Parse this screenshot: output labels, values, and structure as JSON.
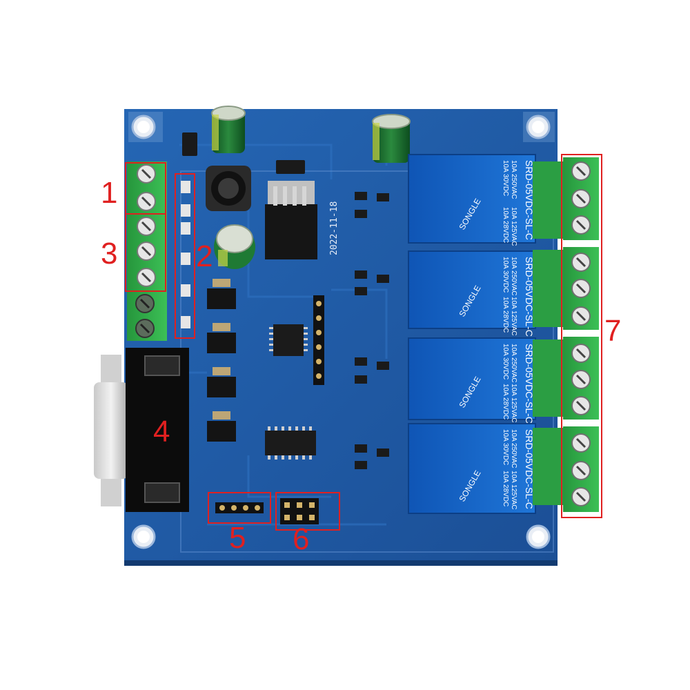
{
  "colors": {
    "pcb": "#1f5aa6",
    "pcb_dark": "#174a8c",
    "relay_blue": "#1766c9",
    "terminal_green": "#2fae4a",
    "callout_red": "#e02020"
  },
  "board": {
    "date_mark": "2022-11-18"
  },
  "relay": {
    "model": "SRD-05VDC-SL-C",
    "rating_line1": "10A 250VAC",
    "rating_line2": "10A 30VDC",
    "rating_line3": "10A 125VAC",
    "rating_line4": "10A 28VDC",
    "brand": "SONGLE"
  },
  "callouts": [
    {
      "number": "1"
    },
    {
      "number": "2"
    },
    {
      "number": "3"
    },
    {
      "number": "4"
    },
    {
      "number": "5"
    },
    {
      "number": "6"
    },
    {
      "number": "7"
    }
  ],
  "icons": [
    "mounting-hole-icon",
    "capacitor-icon",
    "inductor-icon",
    "chip-icon",
    "screw-icon"
  ]
}
